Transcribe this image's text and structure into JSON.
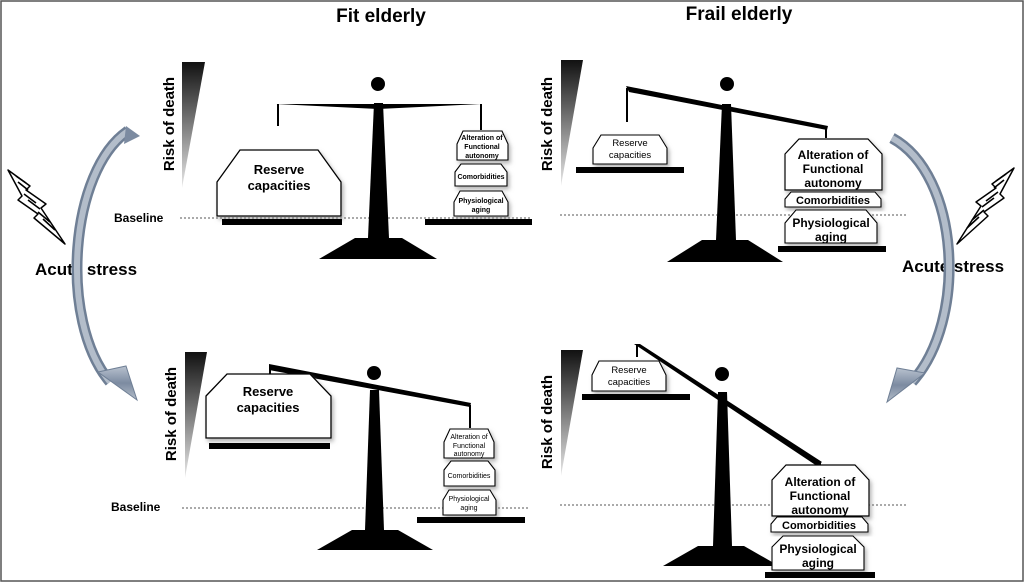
{
  "headers": {
    "fit": "Fit elderly",
    "frail": "Frail elderly"
  },
  "acute_stress": "Acute stress",
  "risk_of_death": "Risk of death",
  "baseline": "Baseline",
  "boxes": {
    "reserve": [
      "Reserve",
      "capacities"
    ],
    "alteration": [
      "Alteration of",
      "Functional",
      "autonomy"
    ],
    "comorbidities": "Comorbidities",
    "aging": [
      "Physiological",
      "aging"
    ]
  }
}
